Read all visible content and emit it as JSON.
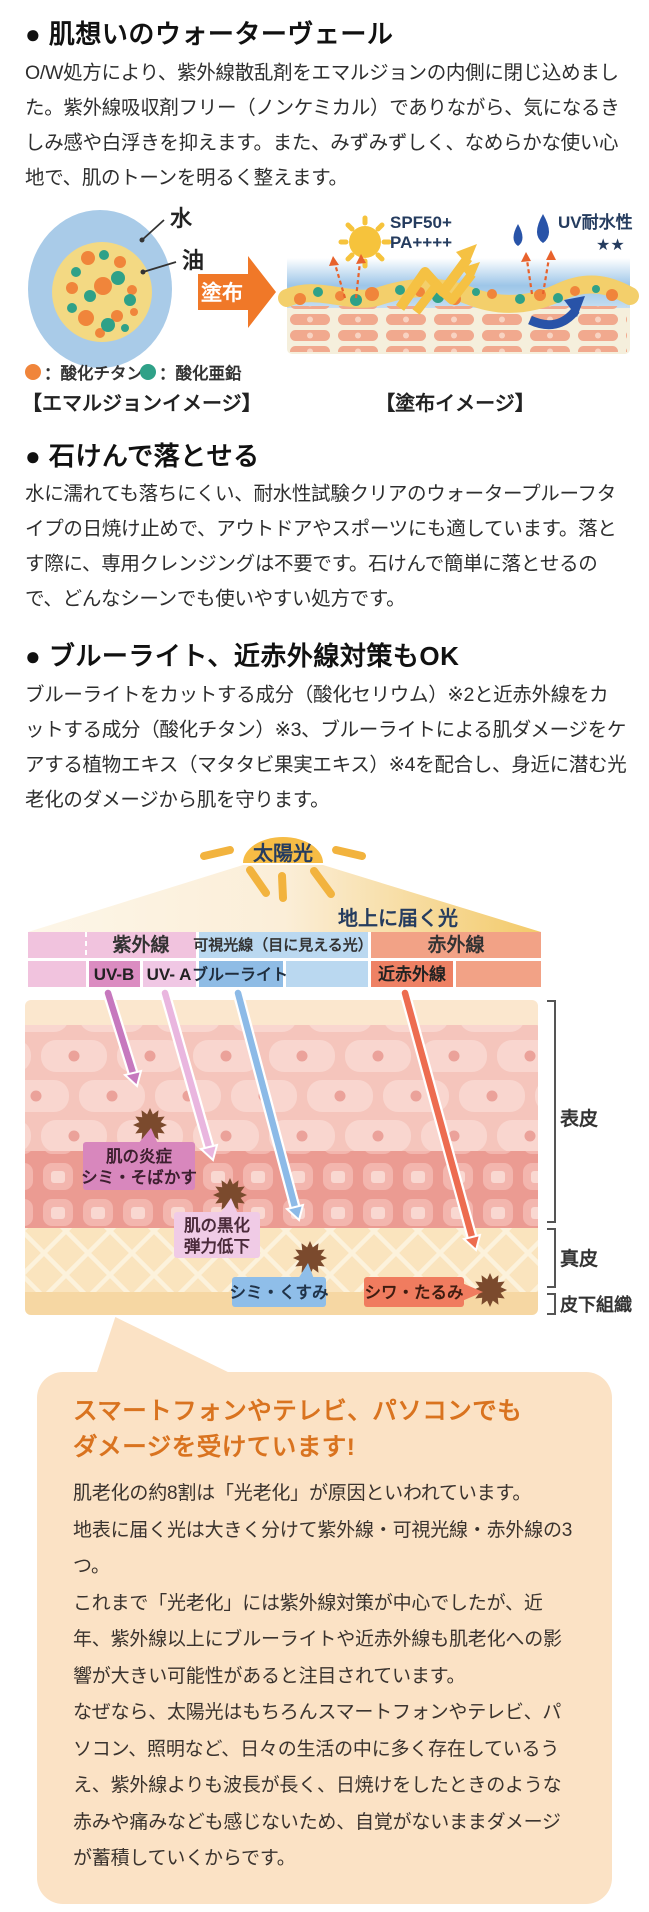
{
  "sections": [
    {
      "heading": "● 肌想いのウォーターヴェール",
      "body": "O/W処方により、紫外線散乱剤をエマルジョンの内側に閉じ込めました。紫外線吸収剤フリー（ノンケミカル）でありながら、気になるきしみ感や白浮きを抑えます。また、みずみずしく、なめらかな使い心地で、肌のトーンを明るく整えます。"
    },
    {
      "heading": "● 石けんで落とせる",
      "body": "水に濡れても落ちにくい、耐水性試験クリアのウォータープルーフタイプの日焼け止めで、アウトドアやスポーツにも適しています。落とす際に、専用クレンジングは不要です。石けんで簡単に落とせるので、どんなシーンでも使いやすい処方です。"
    },
    {
      "heading": "● ブルーライト、近赤外線対策もOK",
      "body": "ブルーライトをカットする成分（酸化セリウム）※2と近赤外線をカットする成分（酸化チタン）※3、ブルーライトによる肌ダメージをケアする植物エキス（マタタビ果実エキス）※4を配合し、身近に潜む光老化のダメージから肌を守ります。"
    }
  ],
  "diagram1": {
    "water": "水",
    "oil": "油",
    "apply_label": "塗布",
    "spf_line1": "SPF50+",
    "spf_line2": "PA++++",
    "uv_resistance": "UV耐水性",
    "uv_stars": "★★",
    "legend": [
      {
        "label": "：酸化チタン"
      },
      {
        "label": "：酸化亜鉛"
      }
    ],
    "caption_left": "【エマルジョンイメージ】",
    "caption_right": "【塗布イメージ】"
  },
  "diagram2": {
    "sun_label": "太陽光",
    "ground_label": "地上に届く光",
    "row1": {
      "uv": "紫外線",
      "visible": "可視光線（目に見える光）",
      "ir": "赤外線"
    },
    "row2": {
      "uvb": "UV-B",
      "uva": "UV- A",
      "blue": "ブルーライト",
      "nir": "近赤外線"
    },
    "damage1_line1": "肌の炎症",
    "damage1_line2": "シミ・そばかす",
    "damage2_line1": "肌の黒化",
    "damage2_line2": "弾力低下",
    "damage3": "シミ・くすみ",
    "damage4": "シワ・たるみ",
    "layer1": "表皮",
    "layer2": "真皮",
    "layer3": "皮下組織"
  },
  "bubble": {
    "heading_line1": "スマートフォンやテレビ、パソコンでも",
    "heading_line2": "ダメージを受けています!",
    "paragraphs": [
      "肌老化の約8割は「光老化」が原因といわれています。",
      "地表に届く光は大きく分けて紫外線・可視光線・赤外線の3つ。",
      "これまで「光老化」には紫外線対策が中心でしたが、近年、紫外線以上にブルーライトや近赤外線も肌老化への影響が大きい可能性があると注目されています。",
      "なぜなら、太陽光はもちろんスマートフォンやテレビ、パソコン、照明など、日々の生活の中に多く存在しているうえ、紫外線よりも波長が長く、日焼けをしたときのような赤みや痛みなども感じないため、自覚がないままダメージが蓄積していくからです。"
    ]
  },
  "colors": {
    "apply_arrow_orange": "#F07828",
    "emulsion_water_blue": "#A9CBE8",
    "emulsion_oil_yellow": "#F3D983",
    "titanium_dot_orange": "#F0853B",
    "zinc_dot_green": "#2FA188",
    "navy_label": "#253C5F",
    "bar_uv_pink": "#F1C3DE",
    "bar_uvb_pink": "#DB8CC1",
    "bar_visible_blue": "#BAD8F0",
    "bar_bluelight_blue": "#8FBCE5",
    "bar_ir_salmon": "#F2A286",
    "bar_nir_salmon": "#EE8164",
    "starburst_brown": "#7B4A2D",
    "bubble_bg": "#FBE2C5",
    "bubble_heading_orange": "#D9731F"
  }
}
